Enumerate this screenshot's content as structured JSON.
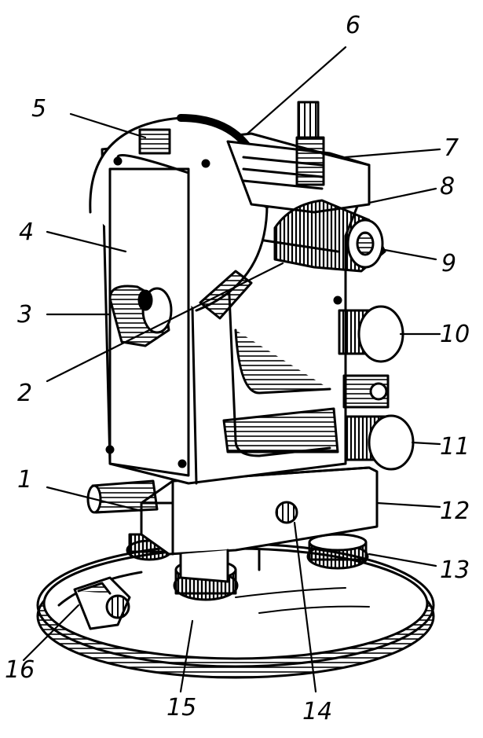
{
  "figure": {
    "callouts": [
      {
        "id": "1",
        "label": "1"
      },
      {
        "id": "2",
        "label": "2"
      },
      {
        "id": "3",
        "label": "3"
      },
      {
        "id": "4",
        "label": "4"
      },
      {
        "id": "5",
        "label": "5"
      },
      {
        "id": "6",
        "label": "6"
      },
      {
        "id": "7",
        "label": "7"
      },
      {
        "id": "8",
        "label": "8"
      },
      {
        "id": "9",
        "label": "9"
      },
      {
        "id": "10",
        "label": "10"
      },
      {
        "id": "11",
        "label": "11"
      },
      {
        "id": "12",
        "label": "12"
      },
      {
        "id": "13",
        "label": "13"
      },
      {
        "id": "14",
        "label": "14"
      },
      {
        "id": "15",
        "label": "15"
      },
      {
        "id": "16",
        "label": "16"
      }
    ],
    "colors": {
      "ink": "#000000",
      "paper": "#ffffff"
    }
  }
}
